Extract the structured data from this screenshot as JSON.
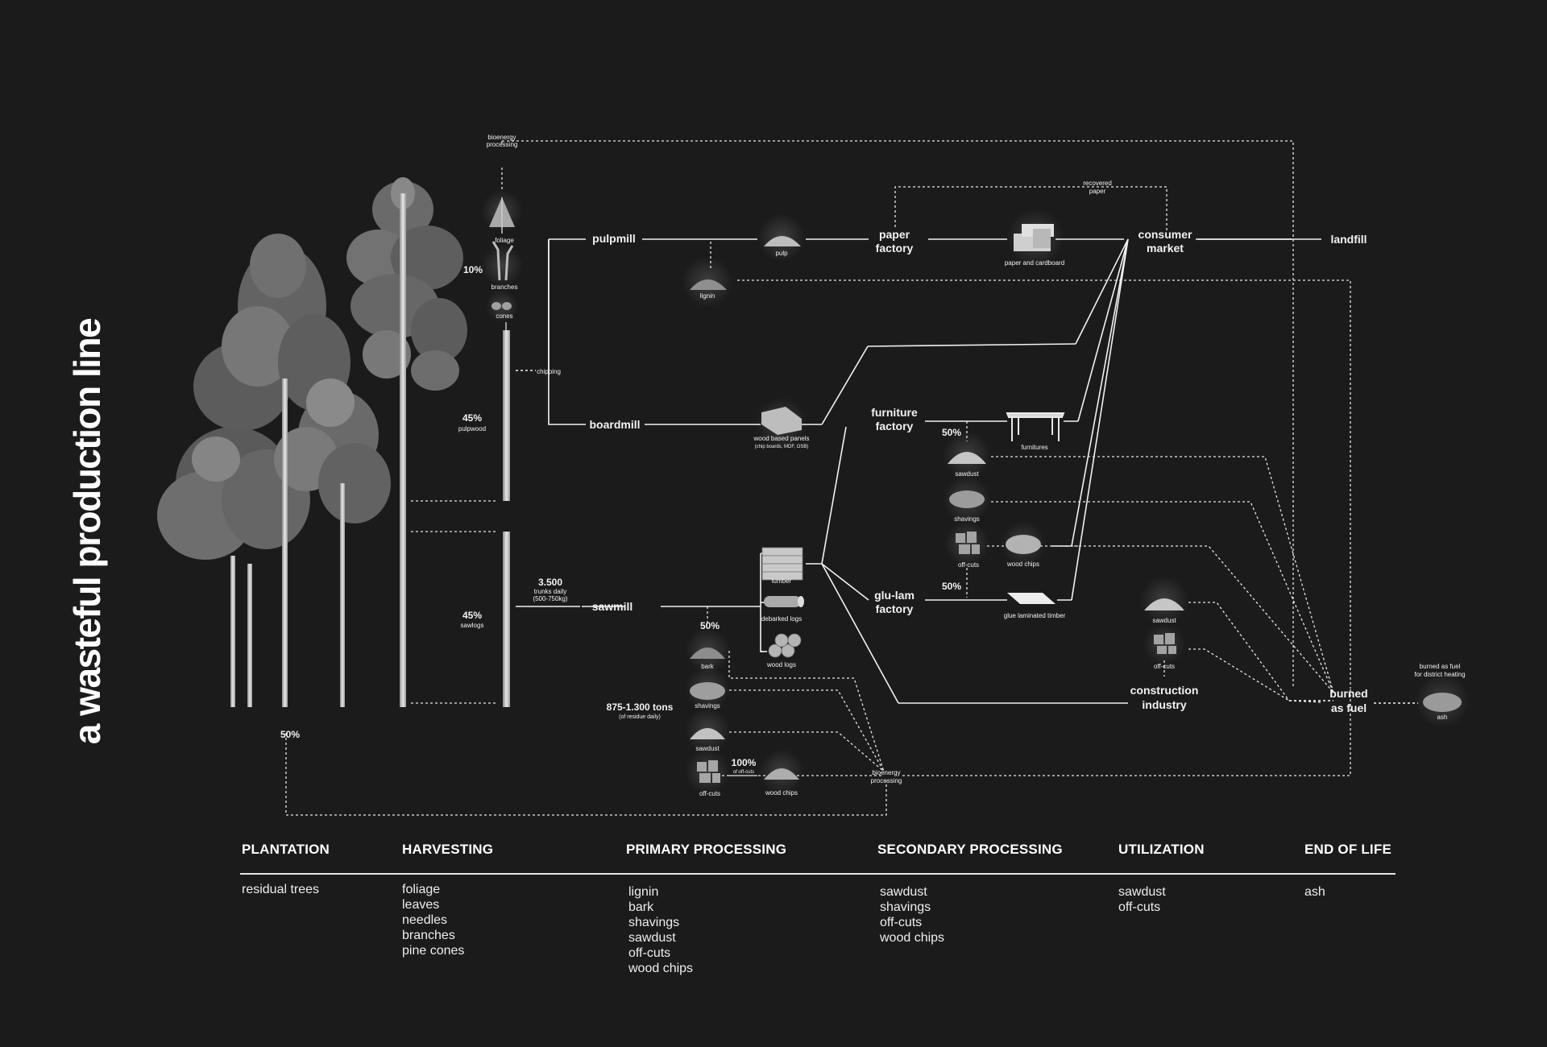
{
  "title": "a wasteful production line",
  "nodes": {
    "pulpmill": "pulpmill",
    "boardmill": "boardmill",
    "sawmill": "sawmill",
    "paper_factory": [
      "paper",
      "factory"
    ],
    "furniture_factory": [
      "furniture",
      "factory"
    ],
    "glulam_factory": [
      "glu-lam",
      "factory"
    ],
    "consumer_market": [
      "consumer",
      "market"
    ],
    "landfill": "landfill",
    "construction_industry": [
      "construction",
      "industry"
    ],
    "burned_as_fuel": [
      "burned",
      "as fuel"
    ]
  },
  "small_labels": {
    "bioenergy_top": [
      "bioenergy",
      "processing"
    ],
    "foliage": "foliage",
    "branches": "branches",
    "cones": "cones",
    "chipping": "chipping",
    "pulpwood": "pulpwood",
    "sawlogs": "sawlogs",
    "pulp": "pulp",
    "lignin": "lignin",
    "recovered_paper": [
      "recovered",
      "paper"
    ],
    "paper_cardboard": "paper and cardboard",
    "wood_panels": "wood based panels",
    "wood_panels_sub": "(chip boards, MDF, OSB)",
    "furnitures": "furnitures",
    "sawdust_mid": "sawdust",
    "shavings_mid": "shavings",
    "offcuts_mid": "off-cuts",
    "woodchips_mid": "wood chips",
    "glulam_timber": "glue laminated timber",
    "lumber": "lumber",
    "debarked_logs": "debarked logs",
    "wood_logs": "wood logs",
    "bark": "bark",
    "shavings_low": "shavings",
    "sawdust_low": "sawdust",
    "offcuts_low": "off-cuts",
    "woodchips_low": "wood chips",
    "bioenergy_low": [
      "bioenergy",
      "processing"
    ],
    "sawdust_con": "sawdust",
    "offcuts_con": "off-cuts",
    "ash": "ash",
    "burned_fuel_note": [
      "burned as fuel",
      "for district heating"
    ],
    "trunks_daily": "trunks daily",
    "trunks_weight": "(500-750kg)",
    "residue_daily": "(of residue daily)",
    "of_offcuts": "of off-cuts"
  },
  "values": {
    "pct_10": "10%",
    "pct_45_pulp": "45%",
    "pct_45_saw": "45%",
    "pct_50_trees": "50%",
    "pct_50_sawmill": "50%",
    "pct_50_furniture": "50%",
    "pct_50_glulam": "50%",
    "pct_100": "100%",
    "trunks": "3.500",
    "residue_tons": "875-1.300 tons"
  },
  "stages": [
    {
      "heading": "PLANTATION",
      "items": [
        "residual trees"
      ]
    },
    {
      "heading": "HARVESTING",
      "items": [
        "foliage",
        "leaves",
        "needles",
        "branches",
        "pine cones"
      ]
    },
    {
      "heading": "PRIMARY PROCESSING",
      "items": [
        "lignin",
        "bark",
        "shavings",
        "sawdust",
        "off-cuts",
        "wood chips"
      ]
    },
    {
      "heading": "SECONDARY PROCESSING",
      "items": [
        "sawdust",
        "shavings",
        "off-cuts",
        "wood chips"
      ]
    },
    {
      "heading": "UTILIZATION",
      "items": [
        "sawdust",
        "off-cuts"
      ]
    },
    {
      "heading": "END OF LIFE",
      "items": [
        "ash"
      ]
    }
  ],
  "colors": {
    "background": "#1b1b1b",
    "foreground": "#f2f2f2",
    "material": "#bdbdbd"
  }
}
